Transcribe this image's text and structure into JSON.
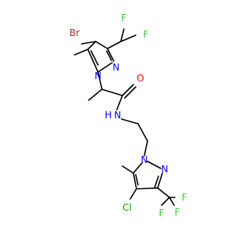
{
  "atoms": {
    "br": "Br",
    "f1": "F",
    "f2": "F",
    "n_pyr1_a": "N",
    "n_pyr1_b": "N",
    "o": "O",
    "nh": "N",
    "h": "H",
    "n_pyr2_a": "N",
    "n_pyr2_b": "N",
    "cl": "Cl",
    "f3": "F",
    "f4": "F",
    "f5": "F"
  },
  "colors": {
    "bond": "#000000",
    "carbon": "#000000",
    "nitrogen": "#0000FF",
    "oxygen": "#FF0000",
    "fluorine": "#33CC33",
    "chlorine": "#00AA00",
    "bromine": "#A52A2A"
  }
}
